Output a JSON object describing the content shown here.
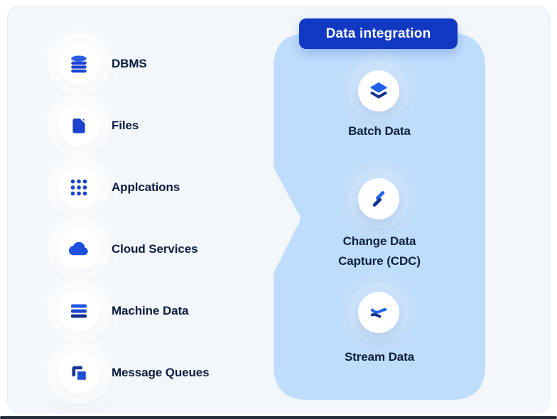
{
  "palette": {
    "accent_blue": "#1d4fd8",
    "deep_navy": "#16338f",
    "badge_blue": "#1138c2",
    "panel_blue": "#bedcfb",
    "card_background": "#f3f7fb",
    "text_navy": "#0d1d42"
  },
  "sources": {
    "items": [
      {
        "label": "DBMS",
        "icon": "database-icon"
      },
      {
        "label": "Files",
        "icon": "file-icon"
      },
      {
        "label": "Applcations",
        "icon": "app-grid-icon"
      },
      {
        "label": "Cloud Services",
        "icon": "cloud-icon"
      },
      {
        "label": "Machine Data",
        "icon": "machine-data-icon"
      },
      {
        "label": "Message Queues",
        "icon": "message-queues-icon"
      }
    ]
  },
  "integration": {
    "title": "Data integration",
    "items": [
      {
        "label": "Batch Data",
        "icon": "layers-icon"
      },
      {
        "label": "Change Data Capture (CDC)",
        "icon": "cdc-icon"
      },
      {
        "label": "Stream Data",
        "icon": "stream-data-icon"
      }
    ]
  }
}
